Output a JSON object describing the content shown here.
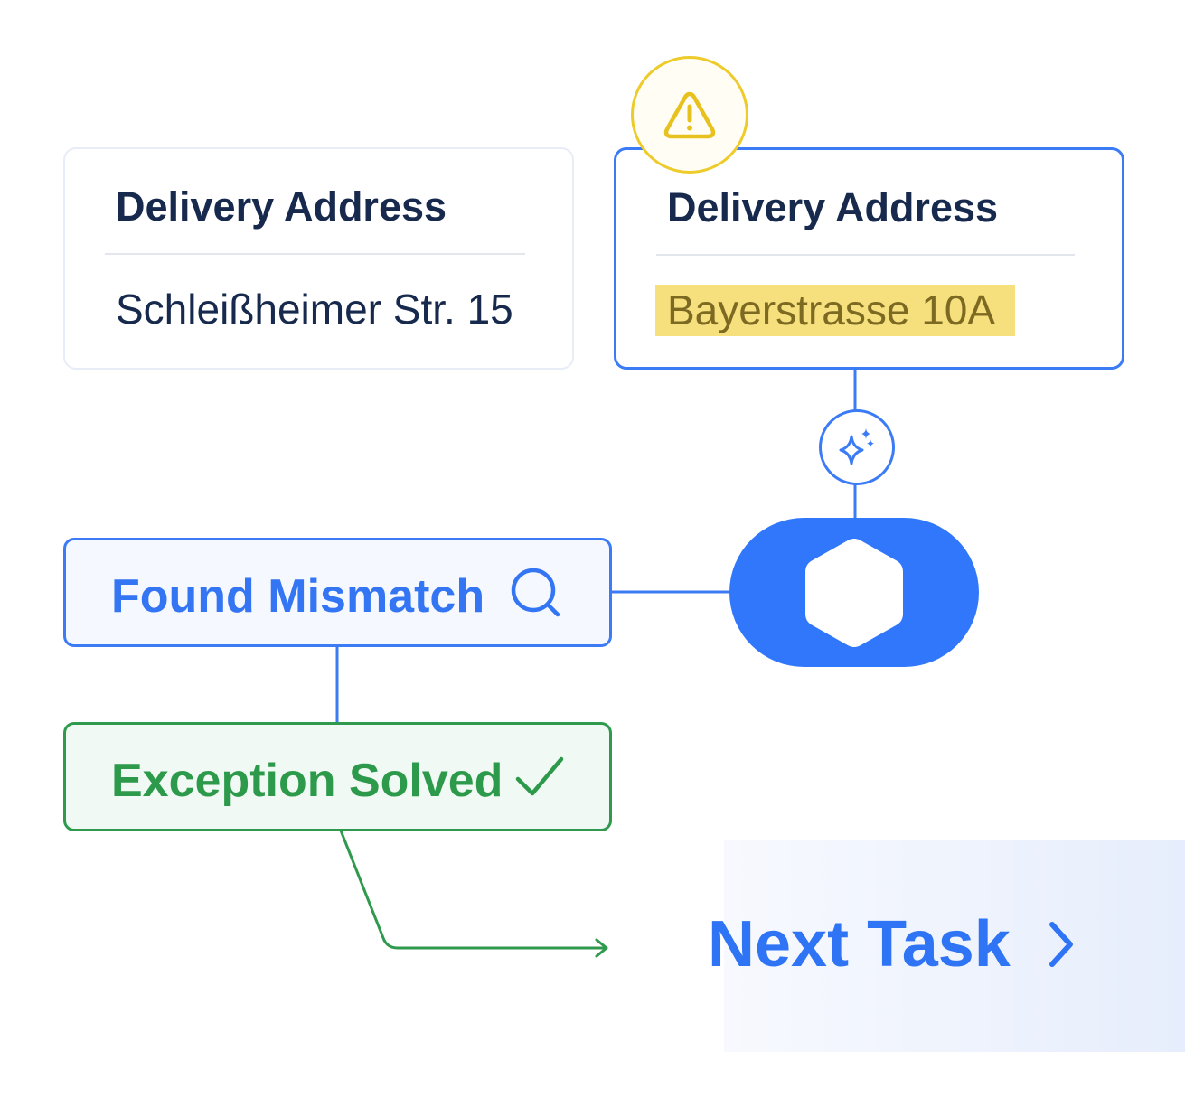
{
  "source_card": {
    "title": "Delivery Address",
    "value": "Schleißheimer Str. 15"
  },
  "target_card": {
    "title": "Delivery Address",
    "value": "Bayerstrasse 10A",
    "value_highlighted": true,
    "badge_icon": "warning-triangle-icon"
  },
  "ai_badge": {
    "icon": "sparkle-icon"
  },
  "hub": {
    "icon": "hexagon-icon"
  },
  "status_mismatch": {
    "label": "Found Mismatch",
    "icon": "search-icon"
  },
  "status_solved": {
    "label": "Exception Solved",
    "icon": "checkmark-icon"
  },
  "next_action": {
    "label": "Next Task",
    "icon": "chevron-right-icon"
  },
  "colors": {
    "primary_blue": "#3177fb",
    "success_green": "#2d9a4b",
    "warning_yellow": "#edcb2a",
    "highlight_yellow": "#f6df7d",
    "heading_navy": "#172a4e"
  }
}
